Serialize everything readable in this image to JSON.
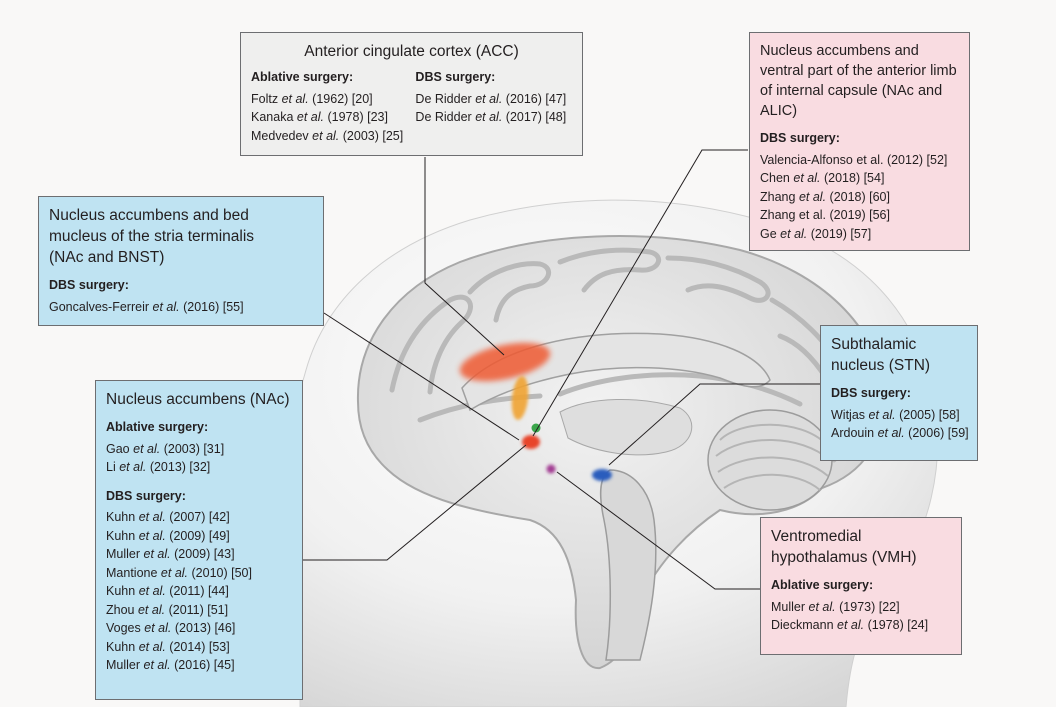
{
  "acc": {
    "title": "Anterior cingulate cortex (ACC)",
    "ablative_heading": "Ablative surgery:",
    "ablative_refs": [
      {
        "author": "Foltz",
        "etal": "et al.",
        "tail": "(1962) [20]"
      },
      {
        "author": "Kanaka",
        "etal": "et al.",
        "tail": "(1978) [23]"
      },
      {
        "author": "Medvedev",
        "etal": "et al.",
        "tail": "(2003) [25]"
      }
    ],
    "dbs_heading": "DBS surgery:",
    "dbs_refs": [
      {
        "author": "De Ridder",
        "etal": "et al.",
        "tail": "(2016) [47]"
      },
      {
        "author": "De Ridder",
        "etal": "et al.",
        "tail": "(2017) [48]"
      }
    ]
  },
  "nac_alic": {
    "title": "Nucleus accumbens and ventral part of the anterior limb of internal capsule (NAc and ALIC)",
    "dbs_heading": "DBS surgery:",
    "dbs_refs": [
      {
        "author": "Valencia-Alfonso et al.",
        "etal": "",
        "tail": "(2012) [52]"
      },
      {
        "author": "Chen",
        "etal": "et al.",
        "tail": "(2018) [54]"
      },
      {
        "author": "Zhang",
        "etal": "et al.",
        "tail": "(2018) [60]"
      },
      {
        "author": "Zhang et al.",
        "etal": "",
        "tail": "(2019) [56]"
      },
      {
        "author": "Ge",
        "etal": "et al.",
        "tail": "(2019) [57]"
      }
    ]
  },
  "nac_bnst": {
    "title": "Nucleus accumbens and bed mucleus of the stria terminalis (NAc and BNST)",
    "dbs_heading": "DBS surgery:",
    "dbs_refs": [
      {
        "author": "Goncalves-Ferreir",
        "etal": "et al.",
        "tail": "(2016) [55]"
      }
    ]
  },
  "stn": {
    "title": "Subthalamic nucleus (STN)",
    "dbs_heading": "DBS surgery:",
    "dbs_refs": [
      {
        "author": "Witjas",
        "etal": "et al.",
        "tail": "(2005) [58]"
      },
      {
        "author": "Ardouin",
        "etal": "et al.",
        "tail": "(2006) [59]"
      }
    ]
  },
  "nac": {
    "title": "Nucleus accumbens (NAc)",
    "ablative_heading": "Ablative surgery:",
    "ablative_refs": [
      {
        "author": "Gao",
        "etal": "et al.",
        "tail": "(2003) [31]"
      },
      {
        "author": "Li",
        "etal": "et al.",
        "tail": "(2013) [32]"
      }
    ],
    "dbs_heading": "DBS surgery:",
    "dbs_refs": [
      {
        "author": "Kuhn",
        "etal": "et al.",
        "tail": "(2007) [42]"
      },
      {
        "author": "Kuhn",
        "etal": "et al.",
        "tail": "(2009) [49]"
      },
      {
        "author": "Muller",
        "etal": "et al.",
        "tail": "(2009) [43]"
      },
      {
        "author": "Mantione",
        "etal": "et al.",
        "tail": "(2010) [50]"
      },
      {
        "author": "Kuhn",
        "etal": "et al.",
        "tail": "(2011) [44]"
      },
      {
        "author": "Zhou",
        "etal": "et al.",
        "tail": "(2011) [51]"
      },
      {
        "author": "Voges",
        "etal": "et al.",
        "tail": "(2013) [46]"
      },
      {
        "author": "Kuhn",
        "etal": "et al.",
        "tail": "(2014) [53]"
      },
      {
        "author": "Muller",
        "etal": "et al.",
        "tail": "(2016) [45]"
      }
    ]
  },
  "vmh": {
    "title": "Ventromedial hypothalamus (VMH)",
    "ablative_heading": "Ablative surgery:",
    "ablative_refs": [
      {
        "author": "Muller",
        "etal": "et al.",
        "tail": "(1973) [22]"
      },
      {
        "author": "Dieckmann",
        "etal": "et al.",
        "tail": "(1978) [24]"
      }
    ]
  },
  "colors": {
    "box_gray": "#efefee",
    "box_blue": "#bfe3f2",
    "box_pink": "#f9dce1",
    "target_acc": "#ef5a32",
    "target_alic": "#f0a330",
    "target_bnst": "#3aa64a",
    "target_nac": "#e8452b",
    "target_vmh": "#a23c93",
    "target_stn": "#2a5dbd"
  }
}
